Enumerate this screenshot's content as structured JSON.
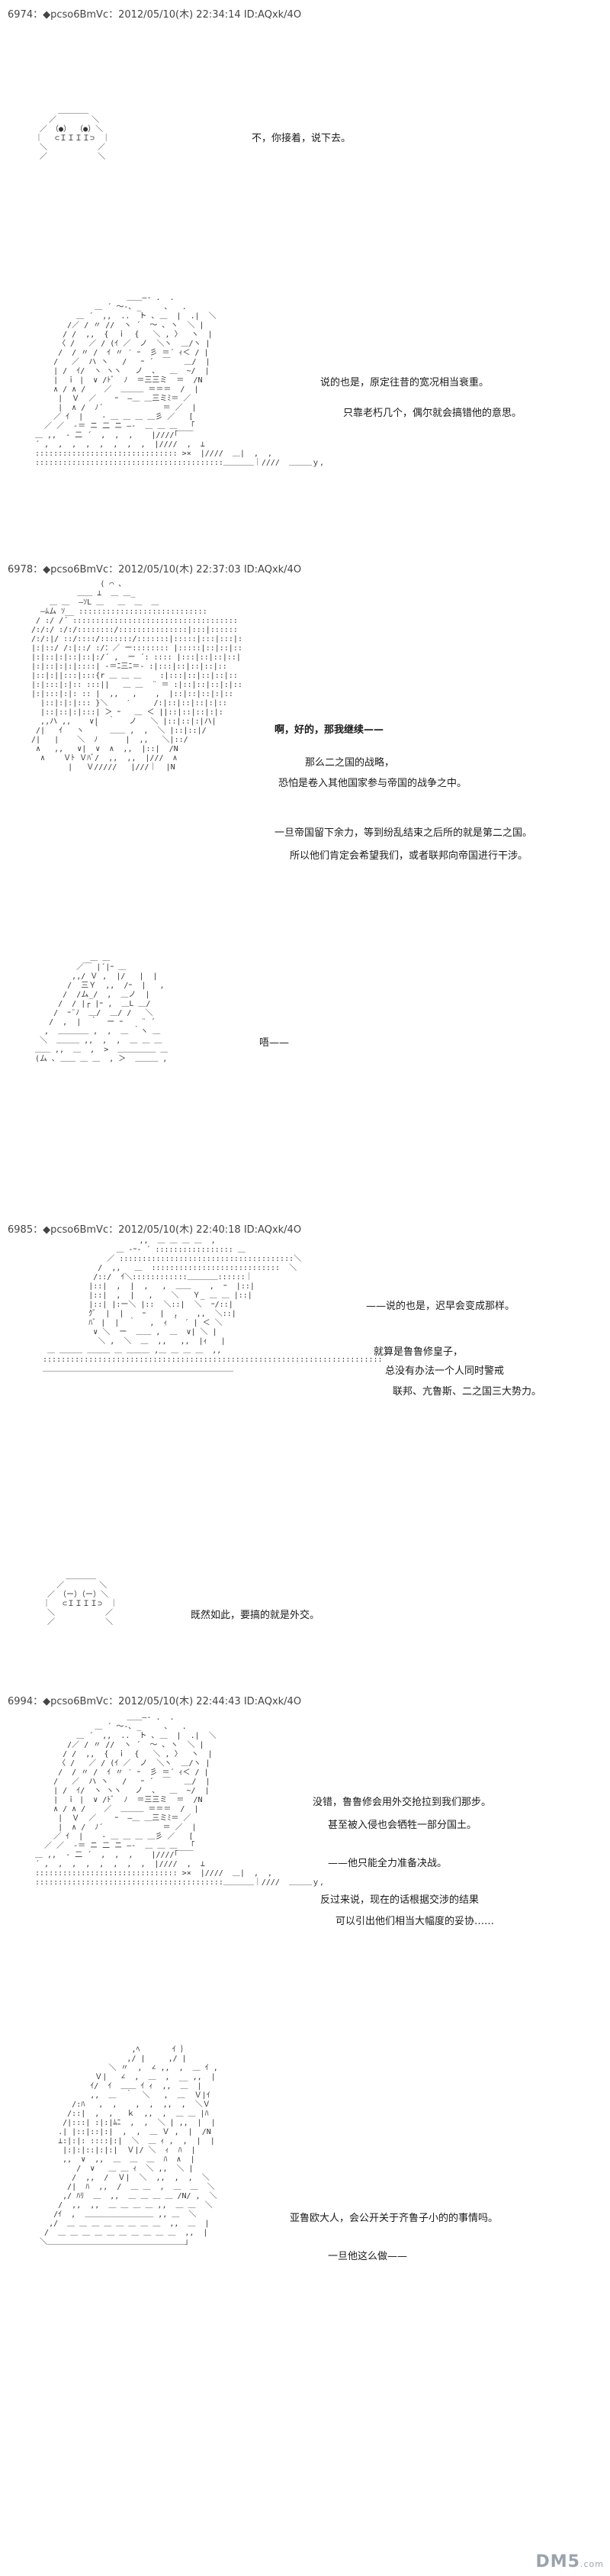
{
  "posts": [
    {
      "header": "6974：◆pcso6BmVc：2012/05/10(木) 22:34:14 ID:AQxk/4O",
      "lines": [
        "不，你接着，说下去。",
        "说的也是，原定往昔的宽况相当衰重。",
        "只靠老朽几个，偶尔就会搞错他的意思。"
      ]
    },
    {
      "header": "6978：◆pcso6BmVc：2012/05/10(木) 22:37:03 ID:AQxk/4O",
      "lines": [
        "啊，好的，那我继续——",
        "那么二之国的战略，",
        "恐怕是卷入其他国家参与帝国的战争之中。",
        "一旦帝国留下余力，等到纷乱结束之后所的就是第二之国。",
        "所以他们肯定会希望我们，或者联邦向帝国进行干涉。",
        "唔——"
      ]
    },
    {
      "header": "6985：◆pcso6BmVc：2012/05/10(木) 22:40:18 ID:AQxk/4O",
      "lines": [
        "——说的也是，迟早会变成那样。",
        "就算是鲁鲁修皇子，",
        "总没有办法一个人同时警戒",
        "联邦、亢鲁斯、二之国三大势力。",
        "既然如此，要搞的就是外交。"
      ]
    },
    {
      "header": "6994：◆pcso6BmVc：2012/05/10(木) 22:44:43 ID:AQxk/4O",
      "lines": [
        "没错，鲁鲁修会用外交抢拉到我们那步。",
        "甚至被入侵也会牺牲一部分国土。",
        "——他只能全力准备决战。",
        "反过来说，现在的话根据交涉的结果",
        "可以引出他们相当大幅度的妥协……",
        "亚鲁欧大人，会公开关于齐鲁子小的的事情吗。",
        "一旦他这么做——"
      ]
    }
  ],
  "watermark": "DM5",
  "watermark_sub": ".com"
}
